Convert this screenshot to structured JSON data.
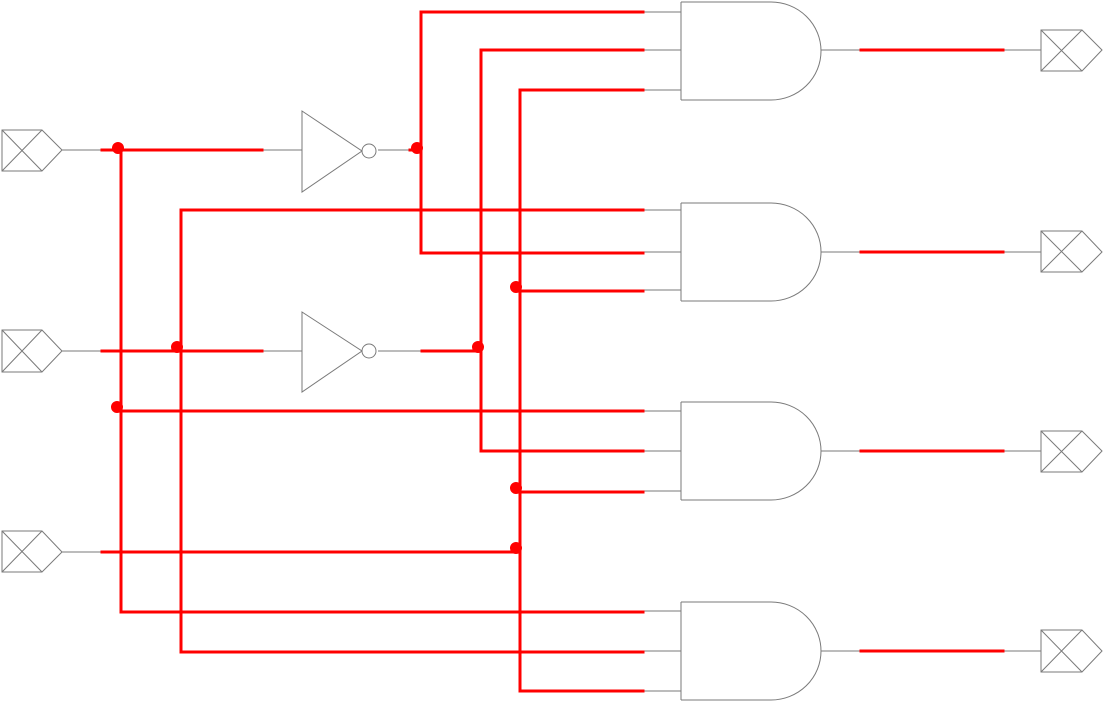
{
  "diagram": {
    "type": "logic-circuit",
    "description_visible_text": [],
    "colors": {
      "wire": "#ff0000",
      "component_outline": "#7a7a7a",
      "background": "#ffffff"
    },
    "components": {
      "input_ports": 3,
      "output_ports": 4,
      "not_gates": 2,
      "and_gates": 4,
      "and_gate_inputs": 3
    }
  }
}
